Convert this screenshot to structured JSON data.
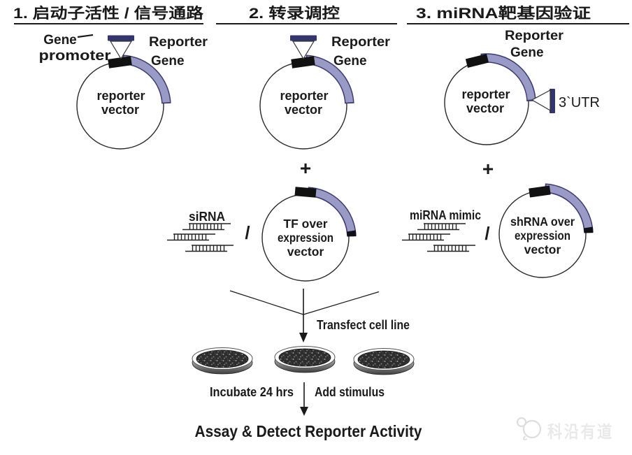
{
  "header": {
    "sections": [
      {
        "title": "1. 启动子活性 / 信号通路"
      },
      {
        "title": "2. 转录调控"
      },
      {
        "title": "3. miRNA靶基因验证"
      }
    ]
  },
  "columns": [
    {
      "gene_promoter": [
        "Gene",
        "promoter"
      ],
      "reporter_gene": [
        "Reporter",
        "Gene"
      ],
      "plasmid_name": [
        "reporter",
        "vector"
      ]
    },
    {
      "reporter_gene": [
        "Reporter",
        "Gene"
      ],
      "plasmid_name": [
        "reporter",
        "vector"
      ],
      "plus": "+",
      "sirna_label": "siRNA",
      "slash": "/",
      "expression_vector_name": [
        "TF over",
        "expression",
        "vector"
      ]
    },
    {
      "reporter_gene": [
        "Reporter",
        "Gene"
      ],
      "plasmid_name": [
        "reporter",
        "vector"
      ],
      "utr_label": "3`UTR",
      "plus": "+",
      "mirna_label": "miRNA mimic",
      "slash": "/",
      "expression_vector_name": [
        "shRNA over",
        "expression",
        "vector"
      ]
    }
  ],
  "workflow": {
    "transfect_label": "Transfect cell line",
    "incubate_label": "Incubate 24 hrs",
    "stimulus_label": "Add stimulus",
    "assay_label": "Assay & Detect Reporter Activity"
  },
  "watermark": {
    "brand": "科沿有道"
  },
  "colors": {
    "reporter_arc_fill": "#9a9ac6",
    "reporter_arc_outline": "#3c3c72",
    "insert_bar": "#35356e",
    "ink": "#1a1a1a",
    "watermark_gray": "#e9e9e9"
  }
}
